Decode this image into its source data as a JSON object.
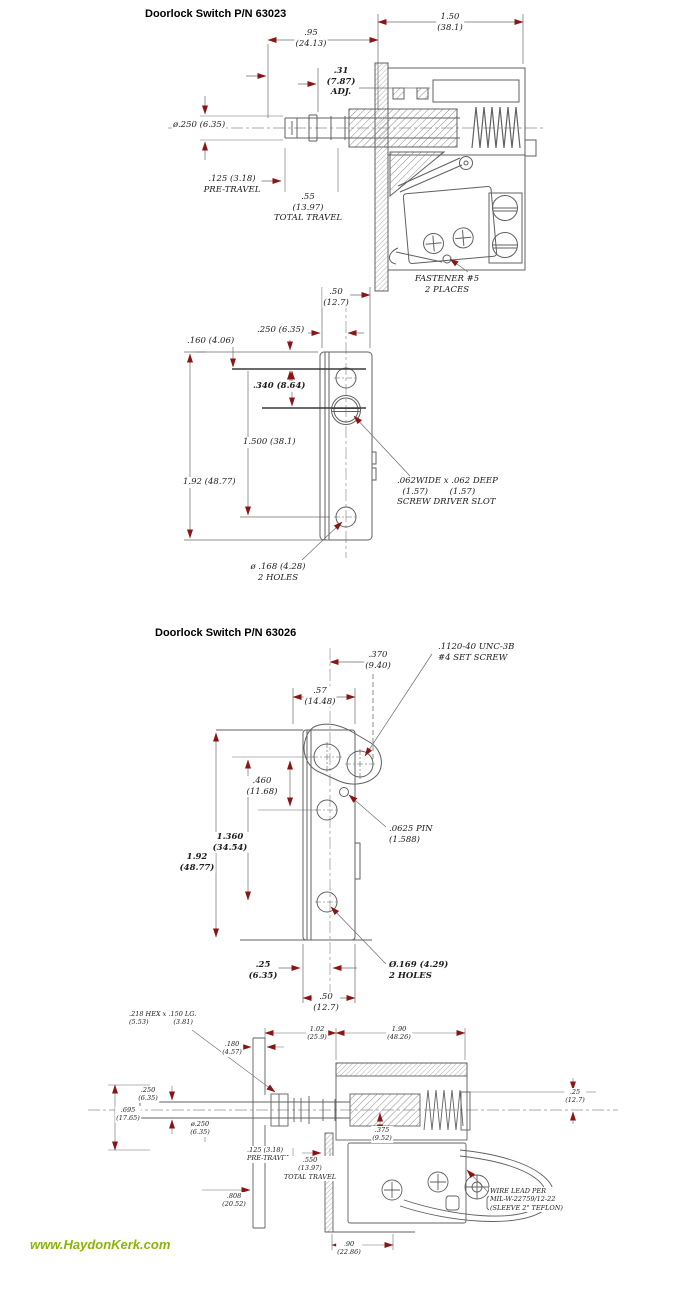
{
  "colors": {
    "dimension_arrow": "#8b1515",
    "drawing_line": "#606060",
    "watermark_green": "#8ab509",
    "text": "#1c1c1c"
  },
  "switch_63023": {
    "title": "Doorlock Switch P/N 63023",
    "side_view": {
      "overall_width": "1.50\n(38.1)",
      "body_to_tip": ".95\n(24.13)",
      "adjustment": ".31\n(7.87)\nADJ.",
      "shaft_diameter": "ø.250 (6.35)",
      "pre_travel": ".125 (3.18)\nPRE-TRAVEL",
      "total_travel": ".55\n(13.97)\nTOTAL TRAVEL",
      "fastener_note": "FASTENER #5\n2 PLACES"
    },
    "front_view": {
      "plate_width": ".50\n(12.7)",
      "hole_offset": ".250 (6.35)",
      "top_offset": ".160 (4.06)",
      "slot_offset": ".340 (8.64)",
      "hole_spacing": "1.500 (38.1)",
      "plate_height": "1.92 (48.77)",
      "screwdriver_slot_note": ".062WIDE x .062 DEEP\n  (1.57)        (1.57)\nSCREW DRIVER SLOT",
      "mounting_holes_note": "ø .168 (4.28)\n2 HOLES"
    }
  },
  "switch_63026": {
    "title": "Doorlock Switch P/N 63026",
    "front_view": {
      "cam_width": ".370\n(9.40)",
      "set_screw_note": ".1120-40 UNC-3B\n#4 SET SCREW",
      "body_width": ".57\n(14.48)",
      "hole_offset": ".460\n(11.68)",
      "hole_spacing": "1.360\n(34.54)",
      "plate_height": "1.92\n(48.77)",
      "pin_note": ".0625 PIN\n(1.588)",
      "edge_offset": ".25\n(6.35)",
      "mounting_holes_note": "Ø.169 (4.29)\n2 HOLES",
      "plate_width": ".50\n(12.7)"
    },
    "side_view": {
      "hex_note": ".218 HEX x .150 LG.\n(5.53)            (3.81)",
      "bracket_to_body": "1.02\n(25.9)",
      "body_length": "1.90\n(48.26)",
      "bracket_thickness": ".180\n(4.57)",
      "shaft_diameter_upper": ".250\n(6.35)",
      "height_to_center": ".695\n(17.65)",
      "shaft_diameter": "ø.250\n(6.35)",
      "center_to_base": ".375\n(9.52)",
      "body_half_height": ".25\n(12.7)",
      "pre_travel": ".125 (3.18)\nPRE-TRAVEL",
      "total_travel": ".550\n(13.97)\nTOTAL TRAVEL",
      "travel_length": ".808\n(20.52)",
      "wire_note": "WIRE LEAD PER\nMIL-W-22759/12-22\n(SLEEVE 2\" TEFLON)",
      "base_width": ".90\n(22.86)"
    }
  },
  "footer": {
    "watermark": "www.HaydonKerk.com"
  }
}
